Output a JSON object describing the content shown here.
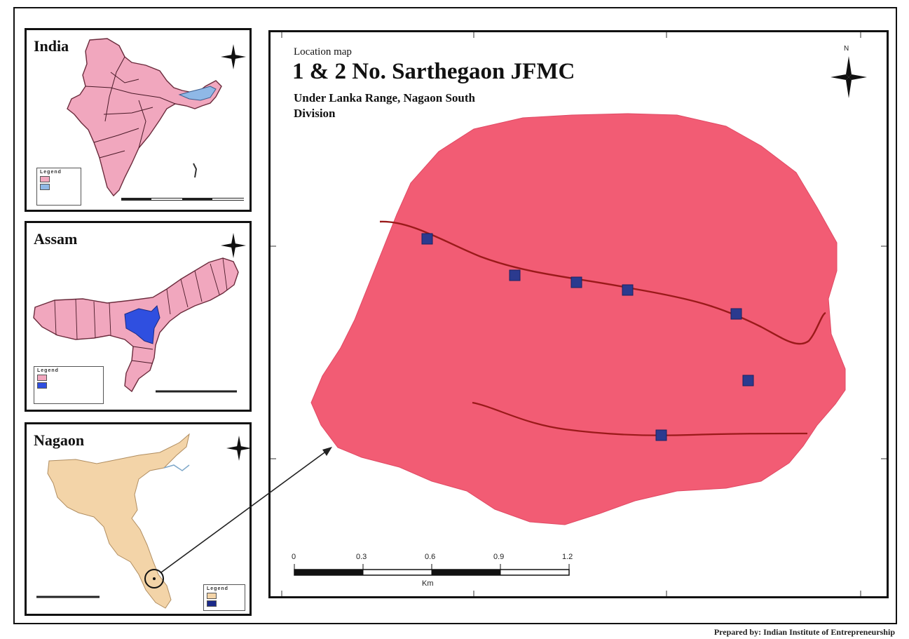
{
  "insets": {
    "india": {
      "title": "India",
      "legend": {
        "heading": "Legend",
        "rows": [
          {
            "swatch": "#f1a7be"
          },
          {
            "swatch": "#8fb8e6"
          }
        ]
      }
    },
    "assam": {
      "title": "Assam",
      "legend": {
        "heading": "Legend",
        "rows": [
          {
            "swatch": "#f1a7be"
          },
          {
            "swatch": "#2f4fe0"
          }
        ]
      }
    },
    "nagaon": {
      "title": "Nagaon",
      "legend": {
        "heading": "Legend",
        "rows": [
          {
            "swatch": "#f3d4a8"
          },
          {
            "swatch": "#1b2a8a"
          }
        ]
      }
    }
  },
  "main_map": {
    "subtitle": "Location map",
    "title": "1 & 2 No. Sarthegaon JFMC",
    "description_line1": "Under Lanka Range, Nagaon South",
    "description_line2": "Division",
    "north_label": "N",
    "scale": {
      "ticks": [
        "0",
        "0.3",
        "0.6",
        "0.9",
        "1.2"
      ],
      "unit": "Km"
    }
  },
  "footer": {
    "prepared_by": "Prepared by: Indian Institute of Entrepreneurship"
  },
  "colors": {
    "area_fill": "#f25c74",
    "india_fill": "#f1a7be",
    "assam_highlight": "#2f4fe0",
    "nagaon_fill": "#f3d4a8",
    "road": "#9a1a1a",
    "village_marker": "#2b3a8f"
  }
}
